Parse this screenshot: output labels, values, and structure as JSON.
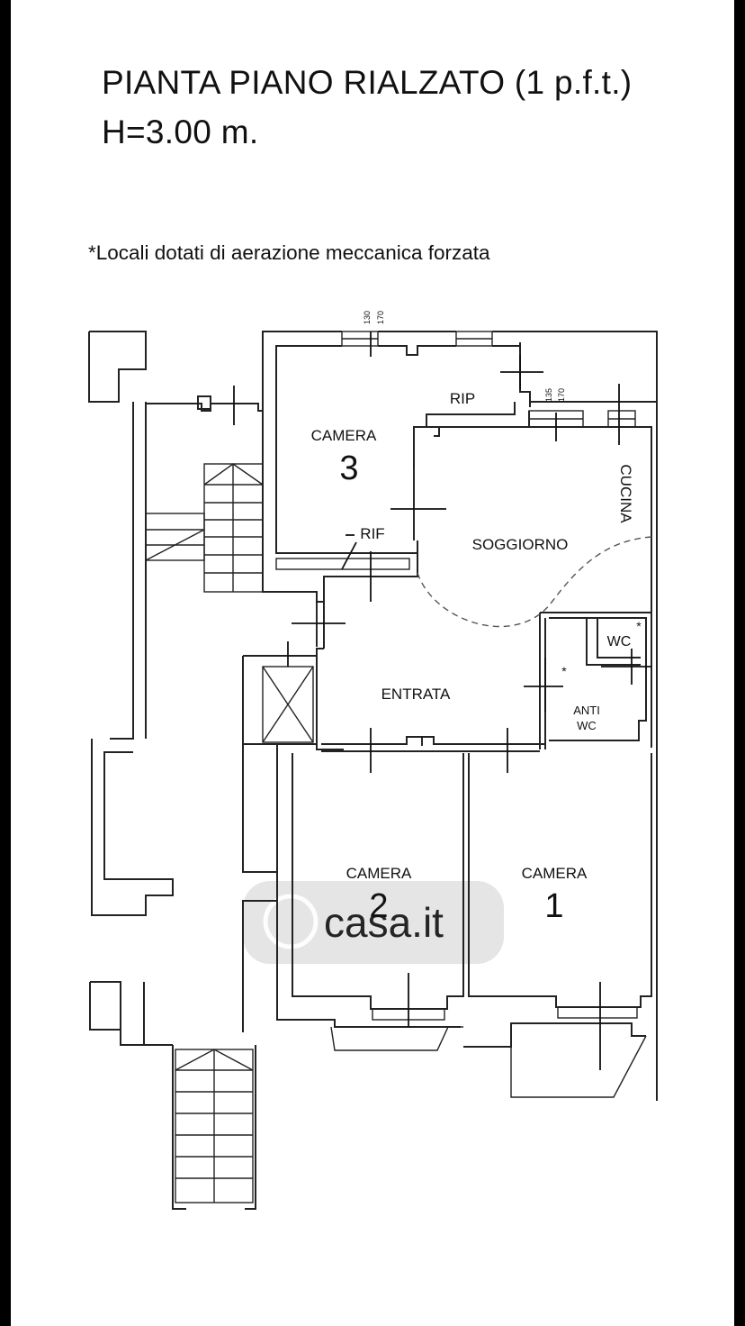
{
  "header": {
    "title_line1": "PIANTA PIANO RIALZATO (1 p.f.t.)",
    "title_line2": "H=3.00 m.",
    "note": "*Locali dotati di aerazione meccanica forzata"
  },
  "rooms": {
    "camera3_label": "CAMERA",
    "camera3_number": "3",
    "rip1": "RIP",
    "rip2": "RIF",
    "soggiorno": "SOGGIORNO",
    "cucina": "CUCINA",
    "entrata": "ENTRATA",
    "wc": "WC",
    "wc_star": "*",
    "anti_line1": "ANTI",
    "anti_line2": "WC",
    "anti_star": "*",
    "camera2_label": "CAMERA",
    "camera2_number": "2",
    "camera1_label": "CAMERA",
    "camera1_number": "1"
  },
  "dimensions": {
    "window_top_a": "130",
    "window_top_b": "170",
    "window_kitchen_a": "135",
    "window_kitchen_b": "170"
  },
  "watermark": {
    "text": "casa.it"
  },
  "colors": {
    "background": "#ffffff",
    "frame": "#000000",
    "line": "#222222"
  }
}
